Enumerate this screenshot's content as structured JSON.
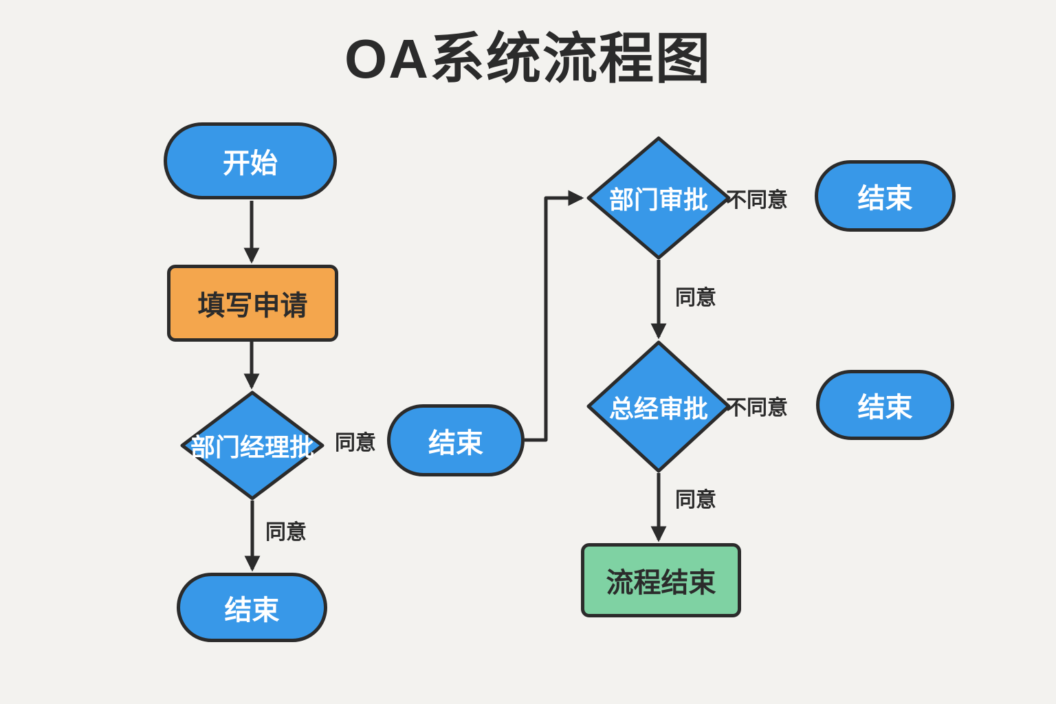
{
  "title": "OA系统流程图",
  "colors": {
    "background": "#f3f2ef",
    "outline": "#2b2b2b",
    "node_blue": "#3898e8",
    "node_orange": "#f4a64d",
    "node_green": "#7fd2a3",
    "node_text_light": "#ffffff",
    "node_text_dark": "#2b2b2b"
  },
  "nodes": {
    "start": {
      "label": "开始",
      "type": "terminal"
    },
    "fill_form": {
      "label": "填写申请",
      "type": "process"
    },
    "dept_manager": {
      "label": "部门经理批",
      "type": "decision"
    },
    "end_left": {
      "label": "结束",
      "type": "terminal"
    },
    "end_middle": {
      "label": "结束",
      "type": "terminal"
    },
    "dept_approve": {
      "label": "部门审批",
      "type": "decision"
    },
    "end_right_top": {
      "label": "结束",
      "type": "terminal"
    },
    "gm_approve": {
      "label": "总经审批",
      "type": "decision"
    },
    "end_right_mid": {
      "label": "结束",
      "type": "terminal"
    },
    "process_end": {
      "label": "流程结束",
      "type": "process"
    }
  },
  "edge_labels": {
    "dept_manager_agree_right": "同意",
    "dept_manager_agree_down": "同意",
    "dept_approve_disagree": "不同意",
    "dept_approve_agree": "同意",
    "gm_disagree": "不同意",
    "gm_agree": "同意"
  }
}
